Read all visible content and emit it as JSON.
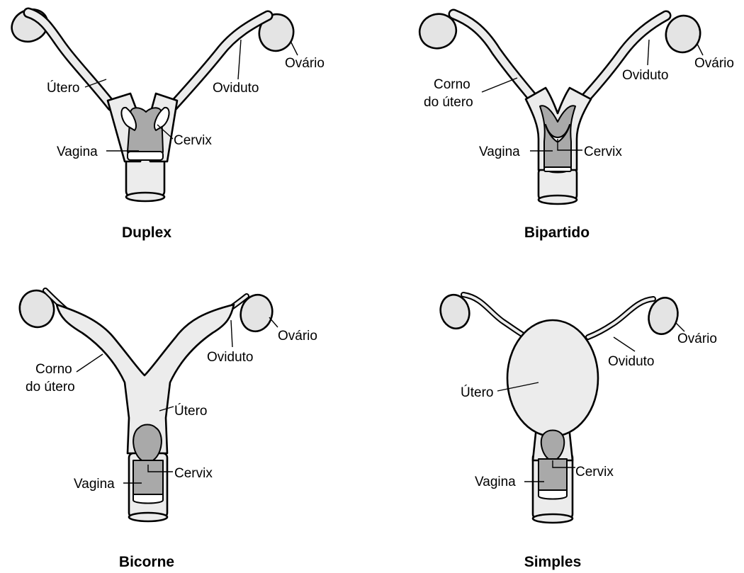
{
  "panels": [
    {
      "title": "Duplex",
      "labels": {
        "uterus": "Útero",
        "oviduct": "Oviduto",
        "ovary": "Ovário",
        "cervix": "Cervix",
        "vagina": "Vagina"
      }
    },
    {
      "title": "Bipartido",
      "labels": {
        "horn_line1": "Corno",
        "horn_line2": "do útero",
        "oviduct": "Oviduto",
        "ovary": "Ovário",
        "cervix": "Cervix",
        "vagina": "Vagina"
      }
    },
    {
      "title": "Bicorne",
      "labels": {
        "horn_line1": "Corno",
        "horn_line2": "do útero",
        "uterus": "Útero",
        "oviduct": "Oviduto",
        "ovary": "Ovário",
        "cervix": "Cervix",
        "vagina": "Vagina"
      }
    },
    {
      "title": "Simples",
      "labels": {
        "uterus": "Útero",
        "oviduct": "Oviduto",
        "ovary": "Ovário",
        "cervix": "Cervix",
        "vagina": "Vagina"
      }
    }
  ],
  "colors": {
    "tissue": "#ececec",
    "highlight": "#a9a9a9",
    "outline": "#000000"
  }
}
